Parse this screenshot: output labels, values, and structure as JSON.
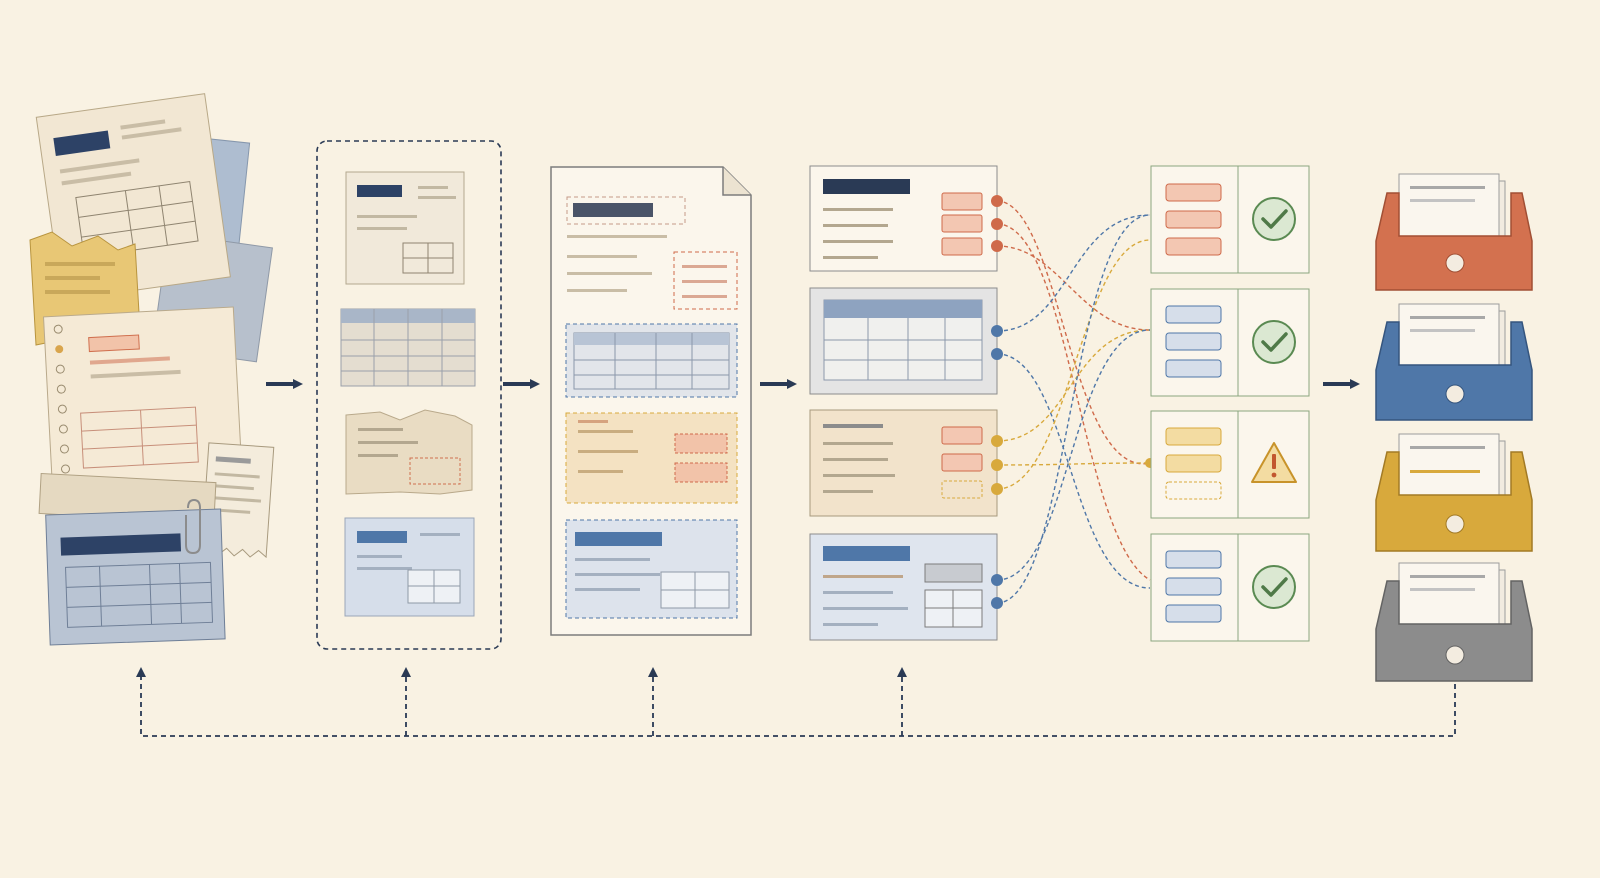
{
  "diagram": {
    "labels": [],
    "palette": {
      "background": "#f9f2e3",
      "paper": "#f5ecda",
      "navy": "#2a3a55",
      "blue": "#4f77a8",
      "blue_light": "#dbe3ee",
      "orange": "#cf6a4a",
      "orange_light": "#f3c7b2",
      "yellow": "#d8a93c",
      "yellow_light": "#f3dca2",
      "gray": "#8c8c8c",
      "green": "#5a8a52"
    },
    "stages": [
      {
        "id": "raw-documents",
        "icon": "document-pile-icon"
      },
      {
        "id": "document-types",
        "icon": "template-stack-icon"
      },
      {
        "id": "region-detection",
        "icon": "annotated-page-icon"
      },
      {
        "id": "field-extraction",
        "icon": "extracted-cards-icon"
      },
      {
        "id": "validation",
        "icon": "validation-cards-icon",
        "statuses": [
          "check",
          "check",
          "warning",
          "check"
        ]
      },
      {
        "id": "routing",
        "icon": "filing-trays-icon",
        "trays": [
          "orange",
          "blue",
          "yellow",
          "gray"
        ]
      }
    ],
    "connectors": [
      "feedback-loop"
    ]
  }
}
